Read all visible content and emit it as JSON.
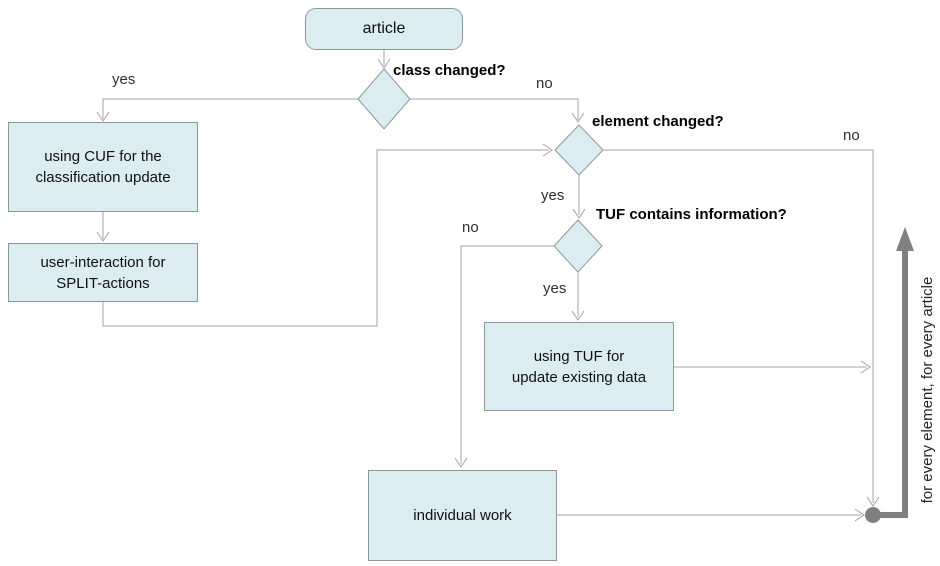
{
  "colors": {
    "node_fill": "#dcedf1",
    "node_border": "#8e979a",
    "line": "#a3a3a3",
    "label_text": "#303030",
    "question_text": "#000000",
    "loop_arrow": "#808080"
  },
  "nodes": {
    "article": {
      "label": "article"
    },
    "cuf": {
      "label": "using CUF for the\nclassification update"
    },
    "split": {
      "label": "user-interaction for\nSPLIT-actions"
    },
    "tuf": {
      "label": "using TUF for\nupdate existing data"
    },
    "individual": {
      "label": "individual work"
    }
  },
  "decisions": {
    "class_changed": {
      "label": "class changed?",
      "yes": "yes",
      "no": "no"
    },
    "element_changed": {
      "label": "element changed?",
      "yes": "yes",
      "no": "no"
    },
    "tuf_contains": {
      "label": "TUF contains information?",
      "yes": "yes",
      "no": "no"
    }
  },
  "loop": {
    "label": "for every element, for every article"
  }
}
